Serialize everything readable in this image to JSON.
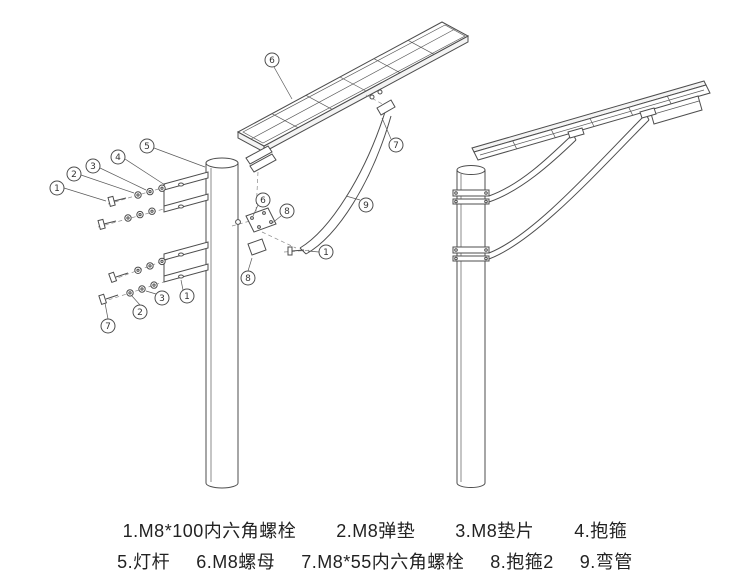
{
  "diagram_title": "solar-street-light-assembly-diagram",
  "callouts": {
    "u1": "1",
    "u2": "2",
    "u3": "3",
    "u4": "4",
    "u5": "5",
    "p6": "6",
    "r7": "7",
    "r9": "9",
    "r1": "1",
    "m6": "6",
    "m8": "8",
    "c8": "8",
    "l7": "7",
    "l2": "2",
    "l3": "3",
    "l1": "1"
  },
  "legend": {
    "row1": [
      "1.M8*100内六角螺栓",
      "2.M8弹垫",
      "3.M8垫片",
      "4.抱箍"
    ],
    "row2": [
      "5.灯杆",
      "6.M8螺母",
      "7.M8*55内六角螺栓",
      "8.抱箍2",
      "9.弯管"
    ]
  }
}
